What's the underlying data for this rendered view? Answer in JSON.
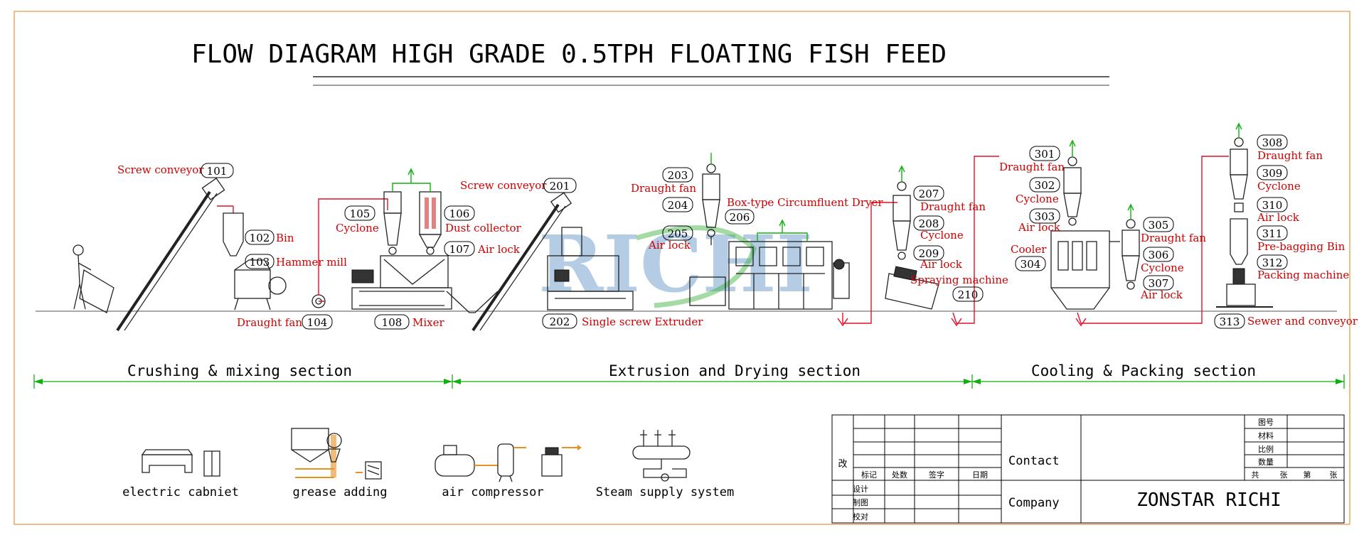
{
  "title": "FLOW DIAGRAM HIGH GRADE 0.5TPH FLOATING FISH FEED",
  "watermark": "RICHI",
  "colors": {
    "label": "#d00000",
    "pipe": "#e0102a",
    "air": "#11b010",
    "section": "#11b010",
    "border": "#e8a860"
  },
  "labels": [
    {
      "id": "101",
      "text": "Screw conveyor"
    },
    {
      "id": "102",
      "text": "Bin"
    },
    {
      "id": "103",
      "text": "Hammer mill"
    },
    {
      "id": "104",
      "text": "Draught fan"
    },
    {
      "id": "105",
      "text": "Cyclone"
    },
    {
      "id": "106",
      "text": "Dust collector"
    },
    {
      "id": "107",
      "text": "Air lock"
    },
    {
      "id": "108",
      "text": "Mixer"
    },
    {
      "id": "201",
      "text": "Screw conveyor"
    },
    {
      "id": "202",
      "text": "Single screw Extruder"
    },
    {
      "id": "203",
      "text": "Draught fan"
    },
    {
      "id": "204",
      "text": ""
    },
    {
      "id": "205",
      "text": "Air lock"
    },
    {
      "id": "206",
      "text": "Box-type Circumfluent Dryer"
    },
    {
      "id": "207",
      "text": "Draught fan"
    },
    {
      "id": "208",
      "text": "Cyclone"
    },
    {
      "id": "209",
      "text": "Air lock"
    },
    {
      "id": "210",
      "text": "Spraying machine"
    },
    {
      "id": "301",
      "text": "Draught fan"
    },
    {
      "id": "302",
      "text": "Cyclone"
    },
    {
      "id": "303",
      "text": "Air lock"
    },
    {
      "id": "304",
      "text": "Cooler"
    },
    {
      "id": "305",
      "text": "Draught fan"
    },
    {
      "id": "306",
      "text": "Cyclone"
    },
    {
      "id": "307",
      "text": "Air lock"
    },
    {
      "id": "308",
      "text": "Draught fan"
    },
    {
      "id": "309",
      "text": "Cyclone"
    },
    {
      "id": "310",
      "text": "Air lock"
    },
    {
      "id": "311",
      "text": "Pre-bagging Bin"
    },
    {
      "id": "312",
      "text": "Packing machine"
    },
    {
      "id": "313",
      "text": "Sewer and conveyor"
    }
  ],
  "sections": [
    "Crushing & mixing section",
    "Extrusion and Drying section",
    "Cooling & Packing section"
  ],
  "auxiliary": [
    "electric cabniet",
    "grease adding",
    "air compressor",
    "Steam supply system"
  ],
  "titleblock": {
    "left_rows": [
      "改",
      "标记",
      "处数",
      "签字",
      "日期",
      "设计",
      "制图",
      "校对"
    ],
    "contact_label": "Contact",
    "company_label": "Company",
    "company_value": "ZONSTAR RICHI",
    "right_rows": [
      "图号",
      "材料",
      "比例",
      "数量",
      "共",
      "张",
      "第",
      "张"
    ]
  }
}
